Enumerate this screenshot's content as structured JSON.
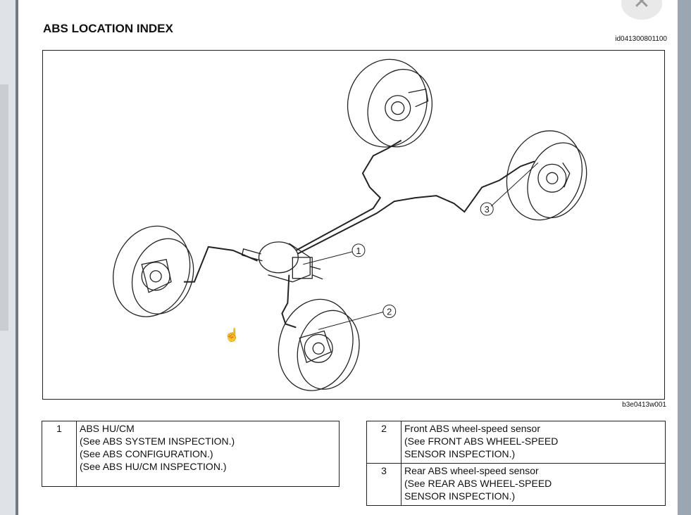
{
  "header": {
    "title": "ABS LOCATION INDEX",
    "doc_id": "id041300801100"
  },
  "figure": {
    "image_id": "b3e0413w001",
    "callouts": [
      "1",
      "2",
      "3"
    ]
  },
  "legend_left": [
    {
      "num": "1",
      "name": "ABS HU/CM",
      "refs": [
        "(See ABS SYSTEM INSPECTION.)",
        "(See ABS CONFIGURATION.)",
        "(See ABS HU/CM INSPECTION.)"
      ]
    }
  ],
  "legend_right": [
    {
      "num": "2",
      "name": "Front ABS wheel-speed sensor",
      "refs": [
        "(See FRONT ABS WHEEL-SPEED",
        "SENSOR INSPECTION.)"
      ]
    },
    {
      "num": "3",
      "name": "Rear ABS wheel-speed sensor",
      "refs": [
        "(See REAR ABS WHEEL-SPEED",
        "SENSOR INSPECTION.)"
      ]
    }
  ],
  "icons": {
    "close": "close-icon",
    "cursor": "hand-cursor-icon"
  }
}
